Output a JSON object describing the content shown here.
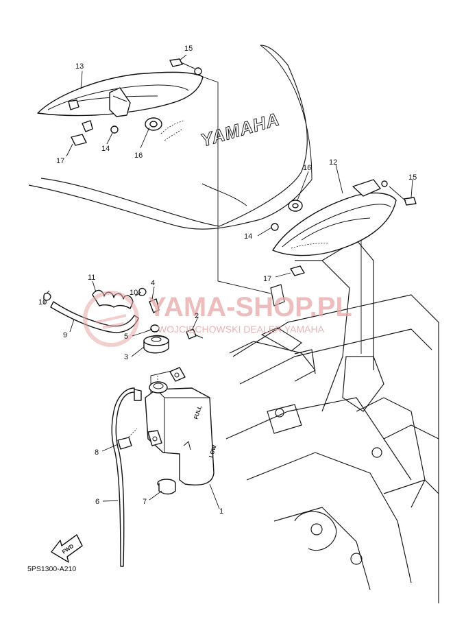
{
  "diagram_code": "5PS1300-A210",
  "brand_mark": "YAMAHA",
  "watermark": {
    "main": "YAMA-SHOP.PL",
    "sub": "WOJCIECHOWSKI DEALER YAMAHA"
  },
  "tank_labels": {
    "full": "FULL",
    "low": "LOW"
  },
  "direction_arrow": "FWD",
  "callouts": {
    "c1": "1",
    "c2": "2",
    "c3": "3",
    "c4": "4",
    "c5": "5",
    "c6": "6",
    "c7": "7",
    "c8": "8",
    "c9": "9",
    "c10a": "10",
    "c10b": "10",
    "c11": "11",
    "c12": "12",
    "c13": "13",
    "c14a": "14",
    "c14b": "14",
    "c15a": "15",
    "c15b": "15",
    "c16a": "16",
    "c16b": "16",
    "c17a": "17",
    "c17b": "17"
  },
  "colors": {
    "line": "#111111",
    "watermark": "#e8a7a7",
    "background": "#ffffff"
  }
}
